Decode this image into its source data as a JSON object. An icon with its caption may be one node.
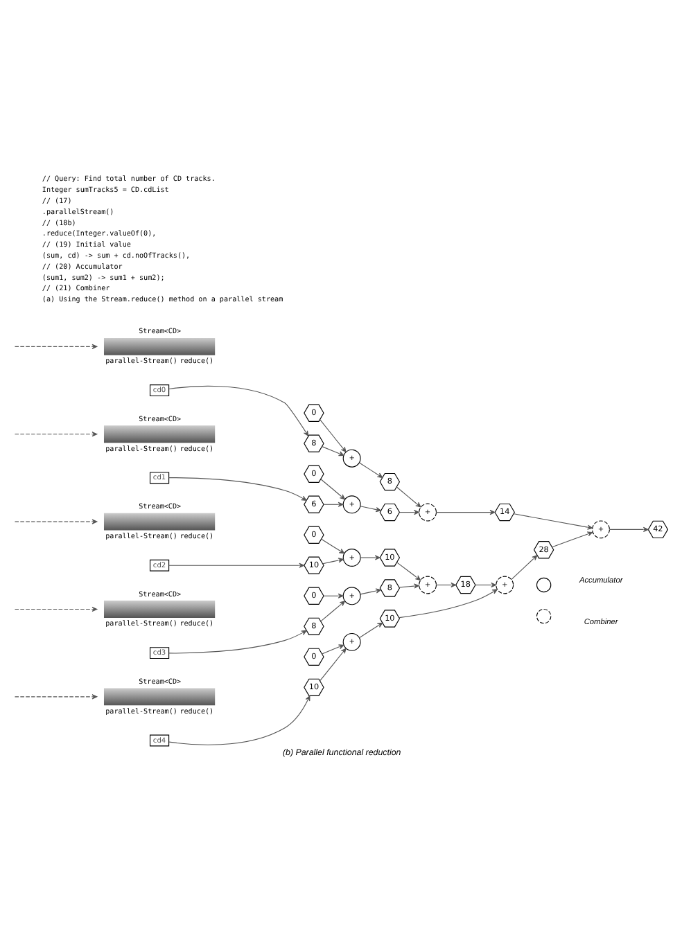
{
  "diagram": {
    "caption": "(b) Parallel functional reduction",
    "nodes": [
      {
        "text": [
          "Stream<CD>",
          "parallel-Stream()",
          "reduce()"
        ]
      },
      {
        "text": [
          "cd0"
        ]
      },
      {
        "text": [
          "8"
        ]
      },
      {
        "text": [
          "0"
        ]
      },
      {
        "text": [
          "+"
        ]
      },
      {
        "text": [
          "8"
        ]
      },
      {
        "text": [
          "Stream<CD>",
          "parallel-Stream()",
          "reduce()"
        ]
      },
      {
        "text": [
          "cd1"
        ]
      },
      {
        "text": [
          "6"
        ]
      },
      {
        "text": [
          "0"
        ]
      },
      {
        "text": [
          "+"
        ]
      },
      {
        "text": [
          "6"
        ]
      },
      {
        "text": [
          "Stream<CD>",
          "parallel-Stream()",
          "reduce()"
        ]
      },
      {
        "text": [
          "cd2"
        ]
      },
      {
        "text": [
          "10"
        ]
      },
      {
        "text": [
          "0"
        ]
      },
      {
        "text": [
          "+"
        ]
      },
      {
        "text": [
          "10"
        ]
      },
      {
        "text": [
          "Stream<CD>",
          "parallel-Stream()",
          "reduce()"
        ]
      },
      {
        "text": [
          "cd3"
        ]
      },
      {
        "text": [
          "8"
        ]
      },
      {
        "text": [
          "0"
        ]
      },
      {
        "text": [
          "+"
        ]
      },
      {
        "text": [
          "8"
        ]
      },
      {
        "text": [
          "Stream<CD>",
          "parallel-Stream()",
          "reduce()"
        ]
      },
      {
        "text": [
          "cd4"
        ]
      },
      {
        "text": [
          "10"
        ]
      },
      {
        "text": [
          "0"
        ]
      },
      {
        "text": [
          "+"
        ]
      },
      {
        "text": [
          "10"
        ]
      },
      {
        "text": [
          "+"
        ]
      },
      {
        "text": [
          "14"
        ]
      },
      {
        "text": [
          "+"
        ]
      },
      {
        "text": [
          "18"
        ]
      },
      {
        "text": [
          "+"
        ]
      },
      {
        "text": [
          "28"
        ]
      },
      {
        "text": [
          "+"
        ]
      },
      {
        "text": [
          "42"
        ]
      }
    ],
    "edges": [
      {
        "from": null,
        "to": 0,
        "arrow": "to",
        "style": "dashed"
      },
      {
        "from": 1,
        "to": 2,
        "arrow": "to"
      },
      {
        "from": 2,
        "to": 4,
        "arrow": "to"
      },
      {
        "from": 3,
        "to": 4,
        "arrow": "to"
      },
      {
        "from": 4,
        "to": 5,
        "arrow": "to"
      },
      {
        "from": null,
        "to": 6,
        "arrow": "to",
        "style": "dashed"
      },
      {
        "from": 7,
        "to": 8,
        "arrow": "to"
      },
      {
        "from": 8,
        "to": 10,
        "arrow": "to"
      },
      {
        "from": 9,
        "to": 10,
        "arrow": "to"
      },
      {
        "from": 10,
        "to": 11,
        "arrow": "to"
      },
      {
        "from": null,
        "to": 12,
        "arrow": "to",
        "style": "dashed"
      },
      {
        "from": 13,
        "to": 14,
        "arrow": "to"
      },
      {
        "from": 14,
        "to": 16,
        "arrow": "to"
      },
      {
        "from": 15,
        "to": 16,
        "arrow": "to"
      },
      {
        "from": 16,
        "to": 17,
        "arrow": "to"
      },
      {
        "from": null,
        "to": 18,
        "arrow": "to",
        "style": "dashed"
      },
      {
        "from": 19,
        "to": 20,
        "arrow": "to"
      },
      {
        "from": 20,
        "to": 22,
        "arrow": "to"
      },
      {
        "from": 21,
        "to": 22,
        "arrow": "to"
      },
      {
        "from": 22,
        "to": 23,
        "arrow": "to"
      },
      {
        "from": null,
        "to": 24,
        "arrow": "to",
        "style": "dashed"
      },
      {
        "from": 25,
        "to": 26,
        "arrow": "to"
      },
      {
        "from": 26,
        "to": 28,
        "arrow": "to"
      },
      {
        "from": 27,
        "to": 28,
        "arrow": "to"
      },
      {
        "from": 28,
        "to": 29,
        "arrow": "to"
      },
      {
        "from": 5,
        "to": 30,
        "arrow": "to"
      },
      {
        "from": 11,
        "to": 30,
        "arrow": "to"
      },
      {
        "from": 30,
        "to": 31,
        "arrow": "to"
      },
      {
        "from": 17,
        "to": 32,
        "arrow": "to"
      },
      {
        "from": 23,
        "to": 32,
        "arrow": "to"
      },
      {
        "from": 32,
        "to": 33,
        "arrow": "to"
      },
      {
        "from": 33,
        "to": 34,
        "arrow": "to"
      },
      {
        "from": 29,
        "to": 34,
        "arrow": "to"
      },
      {
        "from": 34,
        "to": 35,
        "arrow": "to"
      },
      {
        "from": 31,
        "to": 36,
        "arrow": "to"
      },
      {
        "from": 35,
        "to": 36,
        "arrow": "to"
      },
      {
        "from": 36,
        "to": 37,
        "arrow": "to"
      }
    ],
    "labels": [
      "// Query: Find total number of CD tracks.",
      "Integer sumTracks5 = CD.cdList",
      "// (17)",
      ".parallelStream()",
      "// (18b)",
      ".reduce(Integer.valueOf(0),",
      "// (19) Initial value",
      "(sum, cd) -> sum + cd.noOfTracks(),",
      "// (20) Accumulator",
      "(sum1, sum2) -> sum1 + sum2);",
      "// (21) Combiner",
      "(a) Using the Stream.reduce() method on a parallel stream"
    ],
    "legend": [
      {
        "text": "Accumulator"
      },
      {
        "text": "Combiner"
      }
    ]
  }
}
